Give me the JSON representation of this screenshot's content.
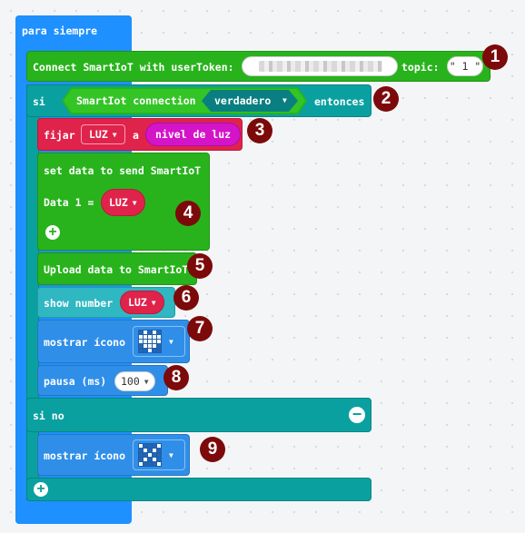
{
  "forever": {
    "label": "para siempre"
  },
  "connect": {
    "label": "Connect SmartIoT with userToken:",
    "topic_label": "topic:",
    "topic_value": "\" 1 \""
  },
  "if_block": {
    "if_label": "si",
    "condition_label": "SmartIot connection",
    "condition_value": "verdadero",
    "then_label": "entonces",
    "else_label": "si no"
  },
  "set_var": {
    "label": "fijar",
    "variable": "LUZ",
    "to_label": "a",
    "value": "nivel de luz"
  },
  "set_data": {
    "label": "set data to send SmartIoT",
    "data_label": "Data 1 =",
    "data_value": "LUZ"
  },
  "upload": {
    "label": "Upload data to SmartIoT"
  },
  "show_number": {
    "label": "show number",
    "value": "LUZ"
  },
  "show_icon_1": {
    "label": "mostrar ícono",
    "icon": "heart-icon",
    "pixels": [
      0,
      1,
      0,
      1,
      0,
      1,
      1,
      1,
      1,
      1,
      1,
      1,
      1,
      1,
      1,
      0,
      1,
      1,
      1,
      0,
      0,
      0,
      1,
      0,
      0
    ]
  },
  "pause": {
    "label": "pausa (ms)",
    "value": "100"
  },
  "show_icon_2": {
    "label": "mostrar ícono",
    "icon": "x-icon",
    "pixels": [
      1,
      0,
      0,
      0,
      1,
      0,
      1,
      0,
      1,
      0,
      0,
      0,
      1,
      0,
      0,
      0,
      1,
      0,
      1,
      0,
      1,
      0,
      0,
      0,
      1
    ]
  },
  "badges": [
    "1",
    "2",
    "3",
    "4",
    "5",
    "6",
    "7",
    "8",
    "9"
  ],
  "colors": {
    "loop": "#1e90ff",
    "smartiot": "#28b31c",
    "logic": "#0aa0a0",
    "variables": "#e0234b",
    "basic": "#2f8fe8",
    "input": "#d414c8"
  }
}
